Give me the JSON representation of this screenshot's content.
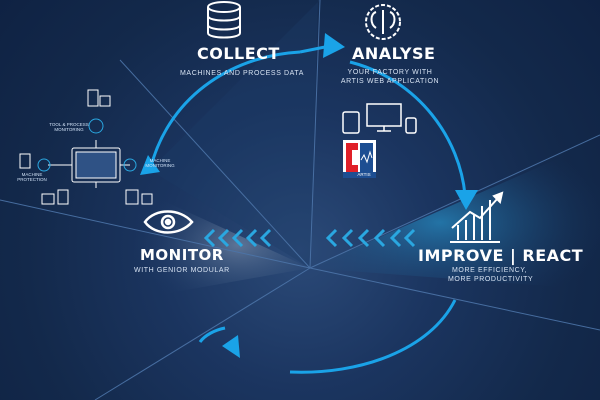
{
  "accent": "#1aa3e8",
  "background": "#13294b",
  "stages": {
    "collect": {
      "title": "COLLECT",
      "subtitle": "MACHINES AND PROCESS DATA",
      "icon": "database-icon"
    },
    "analyse": {
      "title": "ANALYSE",
      "subtitle_line1": "YOUR FACTORY WITH",
      "subtitle_line2": "ARTIS WEB APPLICATION",
      "icon": "brain-gear-icon"
    },
    "improve": {
      "title": "IMPROVE | REACT",
      "subtitle_line1": "MORE EFFICIENCY,",
      "subtitle_line2": "MORE PRODUCTIVITY",
      "icon": "growth-chart-icon"
    },
    "monitor": {
      "title": "MONITOR",
      "subtitle": "WITH GENIOR MODULAR",
      "icon": "eye-icon"
    }
  },
  "monitoring_diagram": {
    "tool_process_label_1": "TOOL & PROCESS",
    "tool_process_label_2": "MONITORING",
    "machine_protection_label_1": "MACHINE",
    "machine_protection_label_2": "PROTECTION",
    "machine_monitoring_label_1": "MACHINE",
    "machine_monitoring_label_2": "MONITORING"
  },
  "artis_logo_text": "ARTIS"
}
